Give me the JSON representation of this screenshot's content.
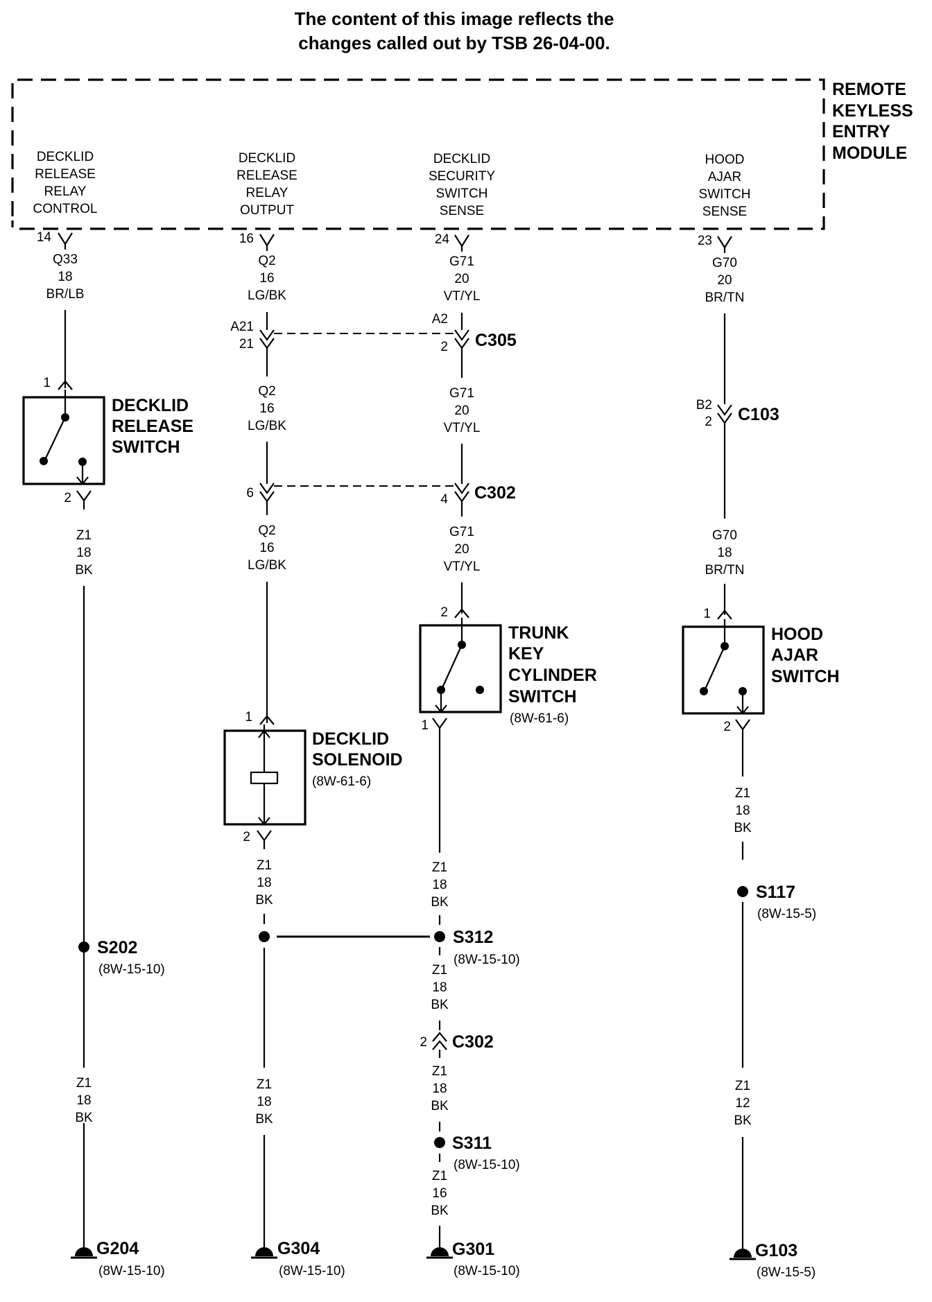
{
  "header": {
    "line1": "The content of this image reflects the",
    "line2": "changes called out by TSB 26-04-00."
  },
  "module": {
    "name_lines": [
      "REMOTE",
      "KEYLESS",
      "ENTRY",
      "MODULE"
    ],
    "pins": [
      {
        "lines": [
          "DECKLID",
          "RELEASE",
          "RELAY",
          "CONTROL"
        ],
        "cavity": "14"
      },
      {
        "lines": [
          "DECKLID",
          "RELEASE",
          "RELAY",
          "OUTPUT"
        ],
        "cavity": "16"
      },
      {
        "lines": [
          "DECKLID",
          "SECURITY",
          "SWITCH",
          "SENSE"
        ],
        "cavity": "24"
      },
      {
        "lines": [
          "HOOD",
          "AJAR",
          "SWITCH",
          "SENSE"
        ],
        "cavity": "23"
      }
    ]
  },
  "wires": {
    "q33_top": [
      "Q33",
      "18",
      "BR/LB"
    ],
    "q2_top": [
      "Q2",
      "16",
      "LG/BK"
    ],
    "g71_top": [
      "G71",
      "20",
      "VT/YL"
    ],
    "g70_top": [
      "G70",
      "20",
      "BR/TN"
    ],
    "q2_mid": [
      "Q2",
      "16",
      "LG/BK"
    ],
    "g71_mid": [
      "G71",
      "20",
      "VT/YL"
    ],
    "q2_low": [
      "Q2",
      "16",
      "LG/BK"
    ],
    "g71_low": [
      "G71",
      "20",
      "VT/YL"
    ],
    "g70_low": [
      "G70",
      "18",
      "BR/TN"
    ],
    "z1_col1_top": [
      "Z1",
      "18",
      "BK"
    ],
    "z1_col1_bot": [
      "Z1",
      "18",
      "BK"
    ],
    "z1_col2_top": [
      "Z1",
      "18",
      "BK"
    ],
    "z1_col2_bot": [
      "Z1",
      "18",
      "BK"
    ],
    "z1_col3_a": [
      "Z1",
      "18",
      "BK"
    ],
    "z1_col3_b": [
      "Z1",
      "18",
      "BK"
    ],
    "z1_col3_c": [
      "Z1",
      "18",
      "BK"
    ],
    "z1_col3_d": [
      "Z1",
      "16",
      "BK"
    ],
    "z1_col4_top": [
      "Z1",
      "18",
      "BK"
    ],
    "z1_col4_bot": [
      "Z1",
      "12",
      "BK"
    ]
  },
  "connectors": {
    "c305": {
      "name": "C305",
      "left_pins": [
        "A21",
        "21"
      ],
      "right_pins": [
        "A2",
        "2"
      ]
    },
    "c103": {
      "name": "C103",
      "pins": [
        "B2",
        "2"
      ]
    },
    "c302_upper": {
      "name": "C302",
      "left_pin": "6",
      "right_pin": "4"
    },
    "c302_lower": {
      "name": "C302",
      "pin": "2"
    }
  },
  "components": {
    "decklid_release_switch": {
      "lines": [
        "DECKLID",
        "RELEASE",
        "SWITCH"
      ],
      "pin_top": "1",
      "pin_bottom": "2"
    },
    "decklid_solenoid": {
      "lines": [
        "DECKLID",
        "SOLENOID"
      ],
      "ref": "(8W-61-6)",
      "pin_top": "1",
      "pin_bottom": "2"
    },
    "trunk_key_cylinder_switch": {
      "lines": [
        "TRUNK",
        "KEY",
        "CYLINDER",
        "SWITCH"
      ],
      "ref": "(8W-61-6)",
      "pin_top": "2",
      "pin_bottom": "1"
    },
    "hood_ajar_switch": {
      "lines": [
        "HOOD",
        "AJAR",
        "SWITCH"
      ],
      "pin_top": "1",
      "pin_bottom": "2"
    }
  },
  "splices": {
    "s202": {
      "name": "S202",
      "ref": "(8W-15-10)"
    },
    "s312": {
      "name": "S312",
      "ref": "(8W-15-10)"
    },
    "s117": {
      "name": "S117",
      "ref": "(8W-15-5)"
    },
    "s311": {
      "name": "S311",
      "ref": "(8W-15-10)"
    }
  },
  "grounds": {
    "g204": {
      "name": "G204",
      "ref": "(8W-15-10)"
    },
    "g304": {
      "name": "G304",
      "ref": "(8W-15-10)"
    },
    "g301": {
      "name": "G301",
      "ref": "(8W-15-10)"
    },
    "g103": {
      "name": "G103",
      "ref": "(8W-15-5)"
    }
  }
}
